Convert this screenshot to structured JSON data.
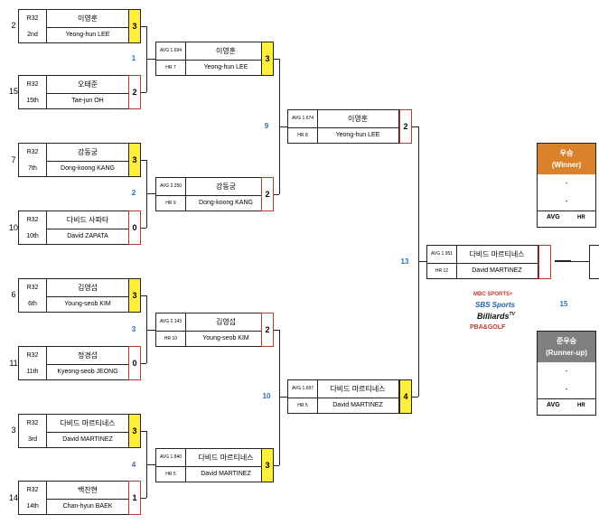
{
  "round1": [
    {
      "seed": "2",
      "round": "R32",
      "rank": "2nd",
      "kor": "이영훈",
      "eng": "Yeong-hun LEE",
      "score": "3",
      "win": true
    },
    {
      "seed": "15",
      "round": "R32",
      "rank": "15th",
      "kor": "오태준",
      "eng": "Tae-jun OH",
      "score": "2",
      "win": false
    },
    {
      "seed": "7",
      "round": "R32",
      "rank": "7th",
      "kor": "강동궁",
      "eng": "Dong-koong KANG",
      "score": "3",
      "win": true
    },
    {
      "seed": "10",
      "round": "R32",
      "rank": "10th",
      "kor": "다비드 사파타",
      "eng": "David ZAPATA",
      "score": "0",
      "win": false
    },
    {
      "seed": "6",
      "round": "R32",
      "rank": "6th",
      "kor": "김영섭",
      "eng": "Young-seob KIM",
      "score": "3",
      "win": true
    },
    {
      "seed": "11",
      "round": "R32",
      "rank": "11th",
      "kor": "정경섭",
      "eng": "Kyeong-seob JEONG",
      "score": "0",
      "win": false
    },
    {
      "seed": "3",
      "round": "R32",
      "rank": "3rd",
      "kor": "다비드 마르티네스",
      "eng": "David MARTINEZ",
      "score": "3",
      "win": true
    },
    {
      "seed": "14",
      "round": "R32",
      "rank": "14th",
      "kor": "백찬현",
      "eng": "Chan-hyun BAEK",
      "score": "1",
      "win": false
    }
  ],
  "round2": [
    {
      "avg": "AVG 1.694",
      "hr": "HR 7",
      "kor": "이영훈",
      "eng": "Yeong-hun LEE",
      "score": "3",
      "win": true
    },
    {
      "avg": "AVG 2.250",
      "hr": "HR 9",
      "kor": "강동궁",
      "eng": "Dong-koong KANG",
      "score": "2",
      "win": false
    },
    {
      "avg": "AVG 2.143",
      "hr": "HR 10",
      "kor": "김영섭",
      "eng": "Young-seob KIM",
      "score": "2",
      "win": false
    },
    {
      "avg": "AVG 1.840",
      "hr": "HR 5",
      "kor": "다비드 마르티네스",
      "eng": "David MARTINEZ",
      "score": "3",
      "win": true
    }
  ],
  "round3": [
    {
      "avg": "AVG 1.674",
      "hr": "HR 8",
      "kor": "이영훈",
      "eng": "Yeong-hun LEE",
      "score": "2",
      "win": false
    },
    {
      "avg": "AVG 1.697",
      "hr": "HR 5",
      "kor": "다비드 마르티네스",
      "eng": "David MARTINEZ",
      "score": "4",
      "win": true
    }
  ],
  "round4": {
    "avg": "AVG 1.951",
    "hr": "HR 12",
    "kor": "다비드 마르티네스",
    "eng": "David MARTINEZ"
  },
  "match_numbers": {
    "m1": "1",
    "m2": "2",
    "m3": "3",
    "m4": "4",
    "m9": "9",
    "m10": "10",
    "m13": "13",
    "m15": "15"
  },
  "winner_panel": {
    "title": "우승",
    "subtitle": "(Winner)",
    "line1": "-",
    "line2": "-",
    "avg": "AVG",
    "hr": "HR",
    "color": "#d9822b"
  },
  "runnerup_panel": {
    "title": "준우승",
    "subtitle": "(Runner-up)",
    "line1": "-",
    "line2": "-",
    "avg": "AVG",
    "hr": "HR",
    "color": "#7f7f7f"
  },
  "broadcasters": {
    "mbc": "MBC SPORTS+",
    "sbs": "SBS Sports",
    "billiards": "Billiards",
    "tv": "TV",
    "pba": "PBA&GOLF"
  }
}
